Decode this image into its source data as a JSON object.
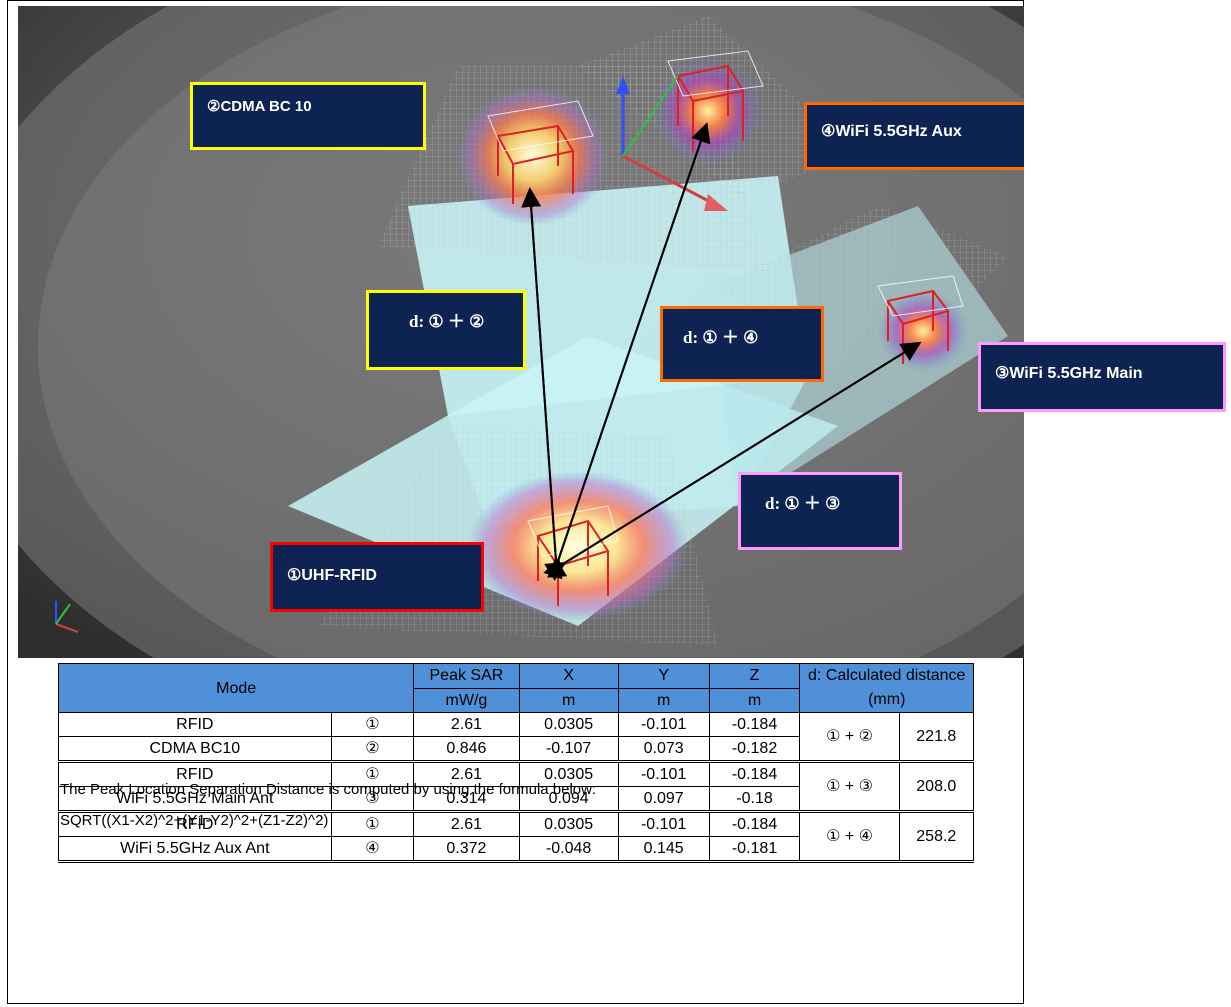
{
  "image": {
    "labels": {
      "cdma": "②CDMA BC 10",
      "wifi_aux": "④WiFi 5.5GHz Aux",
      "wifi_main": "③WiFi 5.5GHz Main",
      "rfid": "①UHF-RFID",
      "d12": "d: ① ＋ ②",
      "d14": "d: ① ＋ ④",
      "d13": "d: ① ＋ ③"
    },
    "colors": {
      "box_fill": "#0d2452",
      "cdma_border": "#ffff00",
      "wifi_aux_border": "#ff6a00",
      "wifi_main_border": "#ff99ff",
      "rfid_border": "#ff0000",
      "table_header": "#4f90d8"
    }
  },
  "table": {
    "header": {
      "mode": "Mode",
      "peak_sar": "Peak  SAR",
      "x": "X",
      "y": "Y",
      "z": "Z",
      "distance": "d: Calculated distance (mm)",
      "unit_sar": "mW/g",
      "unit_x": "m",
      "unit_y": "m",
      "unit_z": "m"
    },
    "groups": [
      {
        "pair": "① + ②",
        "distance": "221.8",
        "rows": [
          {
            "mode": "RFID",
            "id": "①",
            "sar": "2.61",
            "x": "0.0305",
            "y": "-0.101",
            "z": "-0.184"
          },
          {
            "mode": "CDMA BC10",
            "id": "②",
            "sar": "0.846",
            "x": "-0.107",
            "y": "0.073",
            "z": "-0.182"
          }
        ]
      },
      {
        "pair": "① + ③",
        "distance": "208.0",
        "rows": [
          {
            "mode": "RFID",
            "id": "①",
            "sar": "2.61",
            "x": "0.0305",
            "y": "-0.101",
            "z": "-0.184"
          },
          {
            "mode": "WiFi 5.5GHz Main Ant",
            "id": "③",
            "sar": "0.314",
            "x": "0.094",
            "y": "0.097",
            "z": "-0.18"
          }
        ]
      },
      {
        "pair": "① + ④",
        "distance": "258.2",
        "rows": [
          {
            "mode": "RFID",
            "id": "①",
            "sar": "2.61",
            "x": "0.0305",
            "y": "-0.101",
            "z": "-0.184"
          },
          {
            "mode": "WiFi 5.5GHz Aux Ant",
            "id": "④",
            "sar": "0.372",
            "x": "-0.048",
            "y": "0.145",
            "z": "-0.181"
          }
        ]
      }
    ]
  },
  "notes": {
    "line1": "The Peak Location Separation Distance is computed by using the formula below:",
    "line2": "SQRT((X1-X2)^2+(Y1-Y2)^2+(Z1-Z2)^2)"
  }
}
